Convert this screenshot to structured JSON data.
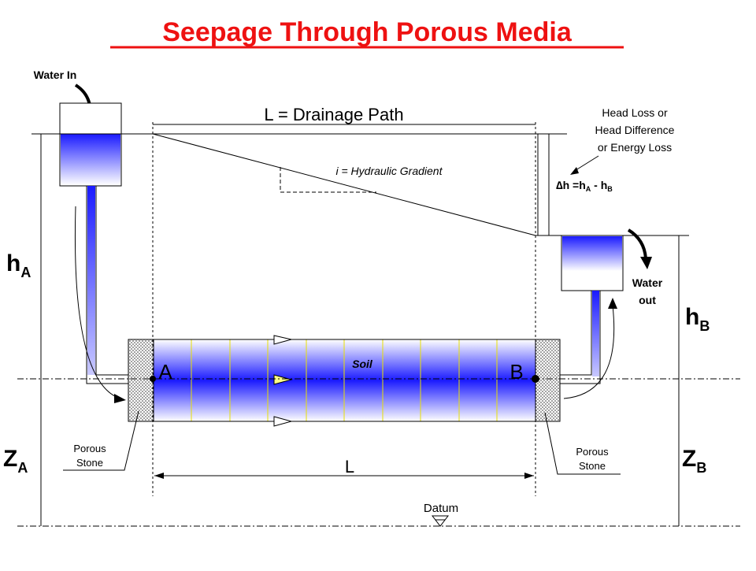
{
  "title": "Seepage Through Porous Media",
  "labels": {
    "water_in": "Water In",
    "water_out_line1": "Water",
    "water_out_line2": "out",
    "drainage_path": "L = Drainage Path",
    "hydraulic_gradient": "i = Hydraulic Gradient",
    "head_loss_line1": "Head Loss or",
    "head_loss_line2": "Head Difference",
    "head_loss_line3": "or Energy Loss",
    "dh_symbol": "∆",
    "dh_h": "h =h",
    "dh_sub_a": "A",
    "dh_minus": " - h",
    "dh_sub_b": "B",
    "h_a_main": "h",
    "h_a_sub": "A",
    "h_b_main": "h",
    "h_b_sub": "B",
    "z_a_main": "Z",
    "z_a_sub": "A",
    "z_b_main": "Z",
    "z_b_sub": "B",
    "point_a": "A",
    "point_b": "B",
    "soil": "Soil",
    "porous_stone_left_line1": "Porous",
    "porous_stone_left_line2": "Stone",
    "porous_stone_right_line1": "Porous",
    "porous_stone_right_line2": "Stone",
    "length": "L",
    "datum": "Datum"
  },
  "colors": {
    "title": "#ee1111",
    "water_blue": "#1a1aff",
    "soil_lines": "#e8e000",
    "line": "#000000"
  }
}
